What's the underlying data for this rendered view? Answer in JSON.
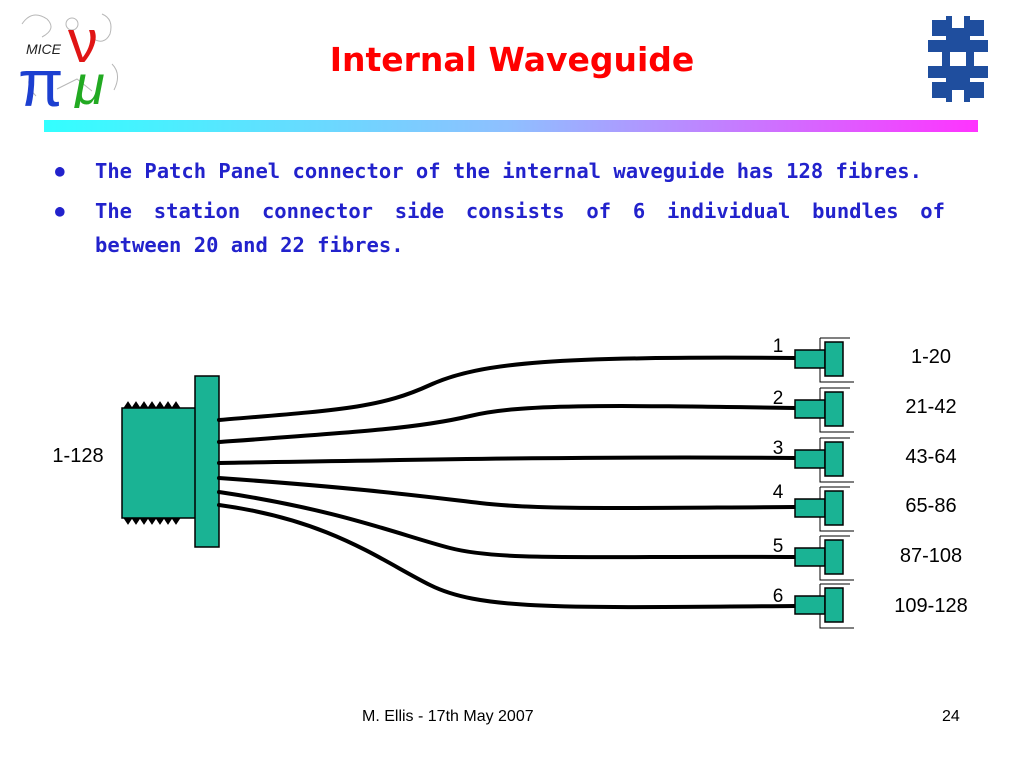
{
  "slide": {
    "title": "Internal Waveguide",
    "bullets": [
      "The Patch Panel connector of the internal waveguide has 128 fibres.",
      "The station connector side consists of 6 individual bundles of between 20 and 22 fibres."
    ],
    "footer": {
      "author_date": "M. Ellis - 17th May 2007",
      "page": "24"
    }
  },
  "logos": {
    "mice": {
      "text": "MICE"
    }
  },
  "diagram": {
    "patch_panel_label": "1-128",
    "bundles": [
      {
        "number": "1",
        "fibres": "1-20"
      },
      {
        "number": "2",
        "fibres": "21-42"
      },
      {
        "number": "3",
        "fibres": "43-64"
      },
      {
        "number": "4",
        "fibres": "65-86"
      },
      {
        "number": "5",
        "fibres": "87-108"
      },
      {
        "number": "6",
        "fibres": "109-128"
      }
    ]
  },
  "colors": {
    "title": "#ff0000",
    "bullet_text": "#2222cc",
    "connector_fill": "#1ab394",
    "fermilab_blue": "#1f4e9e"
  }
}
